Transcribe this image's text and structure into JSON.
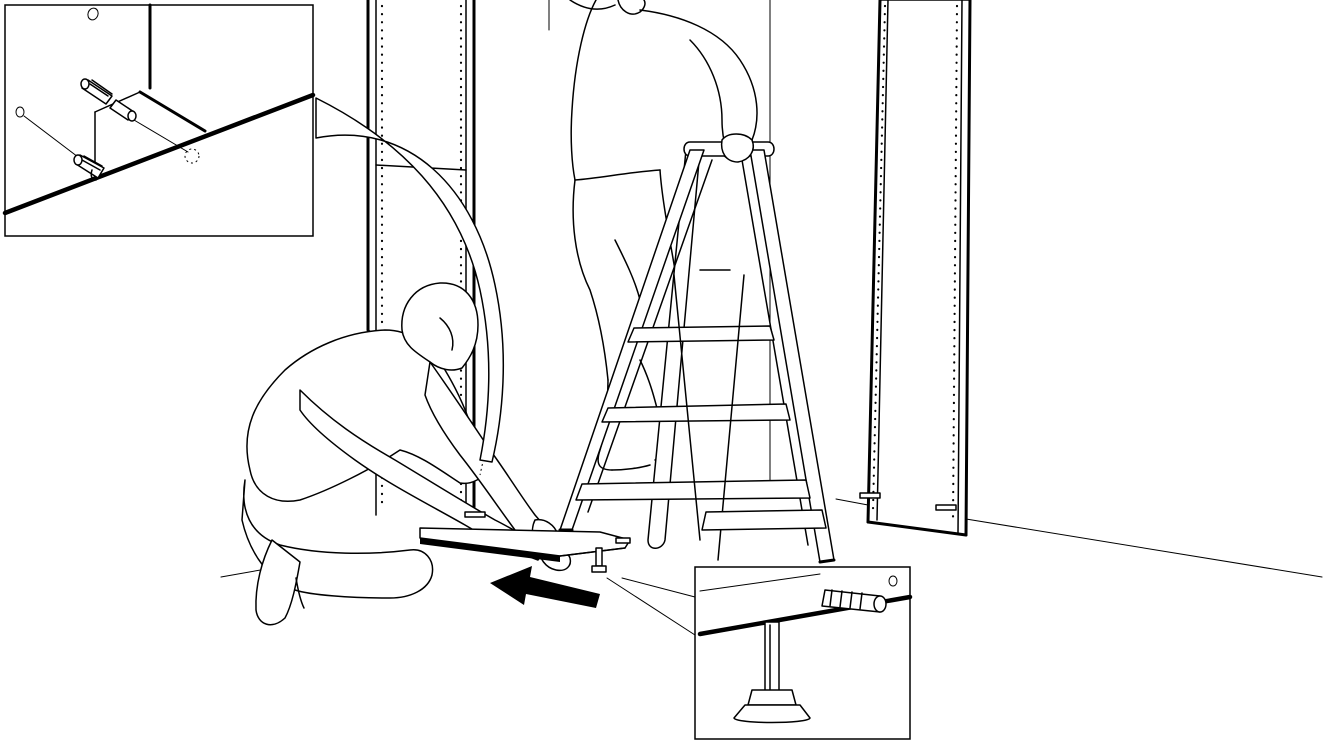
{
  "figure": {
    "kind": "assembly-instruction-illustration",
    "colors": {
      "line": "#000000",
      "background": "#ffffff"
    },
    "icons": {
      "arrow": "left-arrow-icon",
      "callout_top": "wood-dowel-detail",
      "callout_bottom": "adjustable-leg-detail"
    }
  }
}
